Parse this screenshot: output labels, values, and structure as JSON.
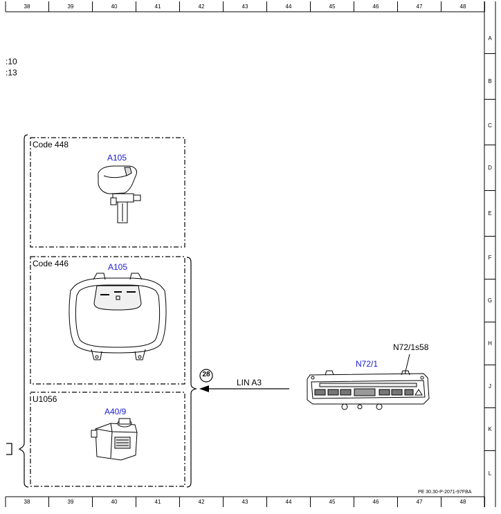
{
  "columns": [
    "38",
    "39",
    "40",
    "41",
    "42",
    "43",
    "44",
    "45",
    "46",
    "47",
    "48"
  ],
  "rows": [
    "A",
    "B",
    "C",
    "D",
    "E",
    "F",
    "G",
    "H",
    "J",
    "K",
    "L"
  ],
  "left_margin_text": [
    ":10",
    ":13"
  ],
  "boxes": {
    "box1": {
      "code": "Code 448",
      "component": "A105"
    },
    "box2": {
      "code": "Code 446",
      "component": "A105"
    },
    "box3": {
      "code": "U1056",
      "component": "A40/9"
    }
  },
  "connector": {
    "number": "28",
    "bus_label": "LIN A3"
  },
  "control_unit": {
    "component": "N72/1",
    "switch": "N72/1s58"
  },
  "footer_ref": "PE 30.30-P-2071-97FBA"
}
